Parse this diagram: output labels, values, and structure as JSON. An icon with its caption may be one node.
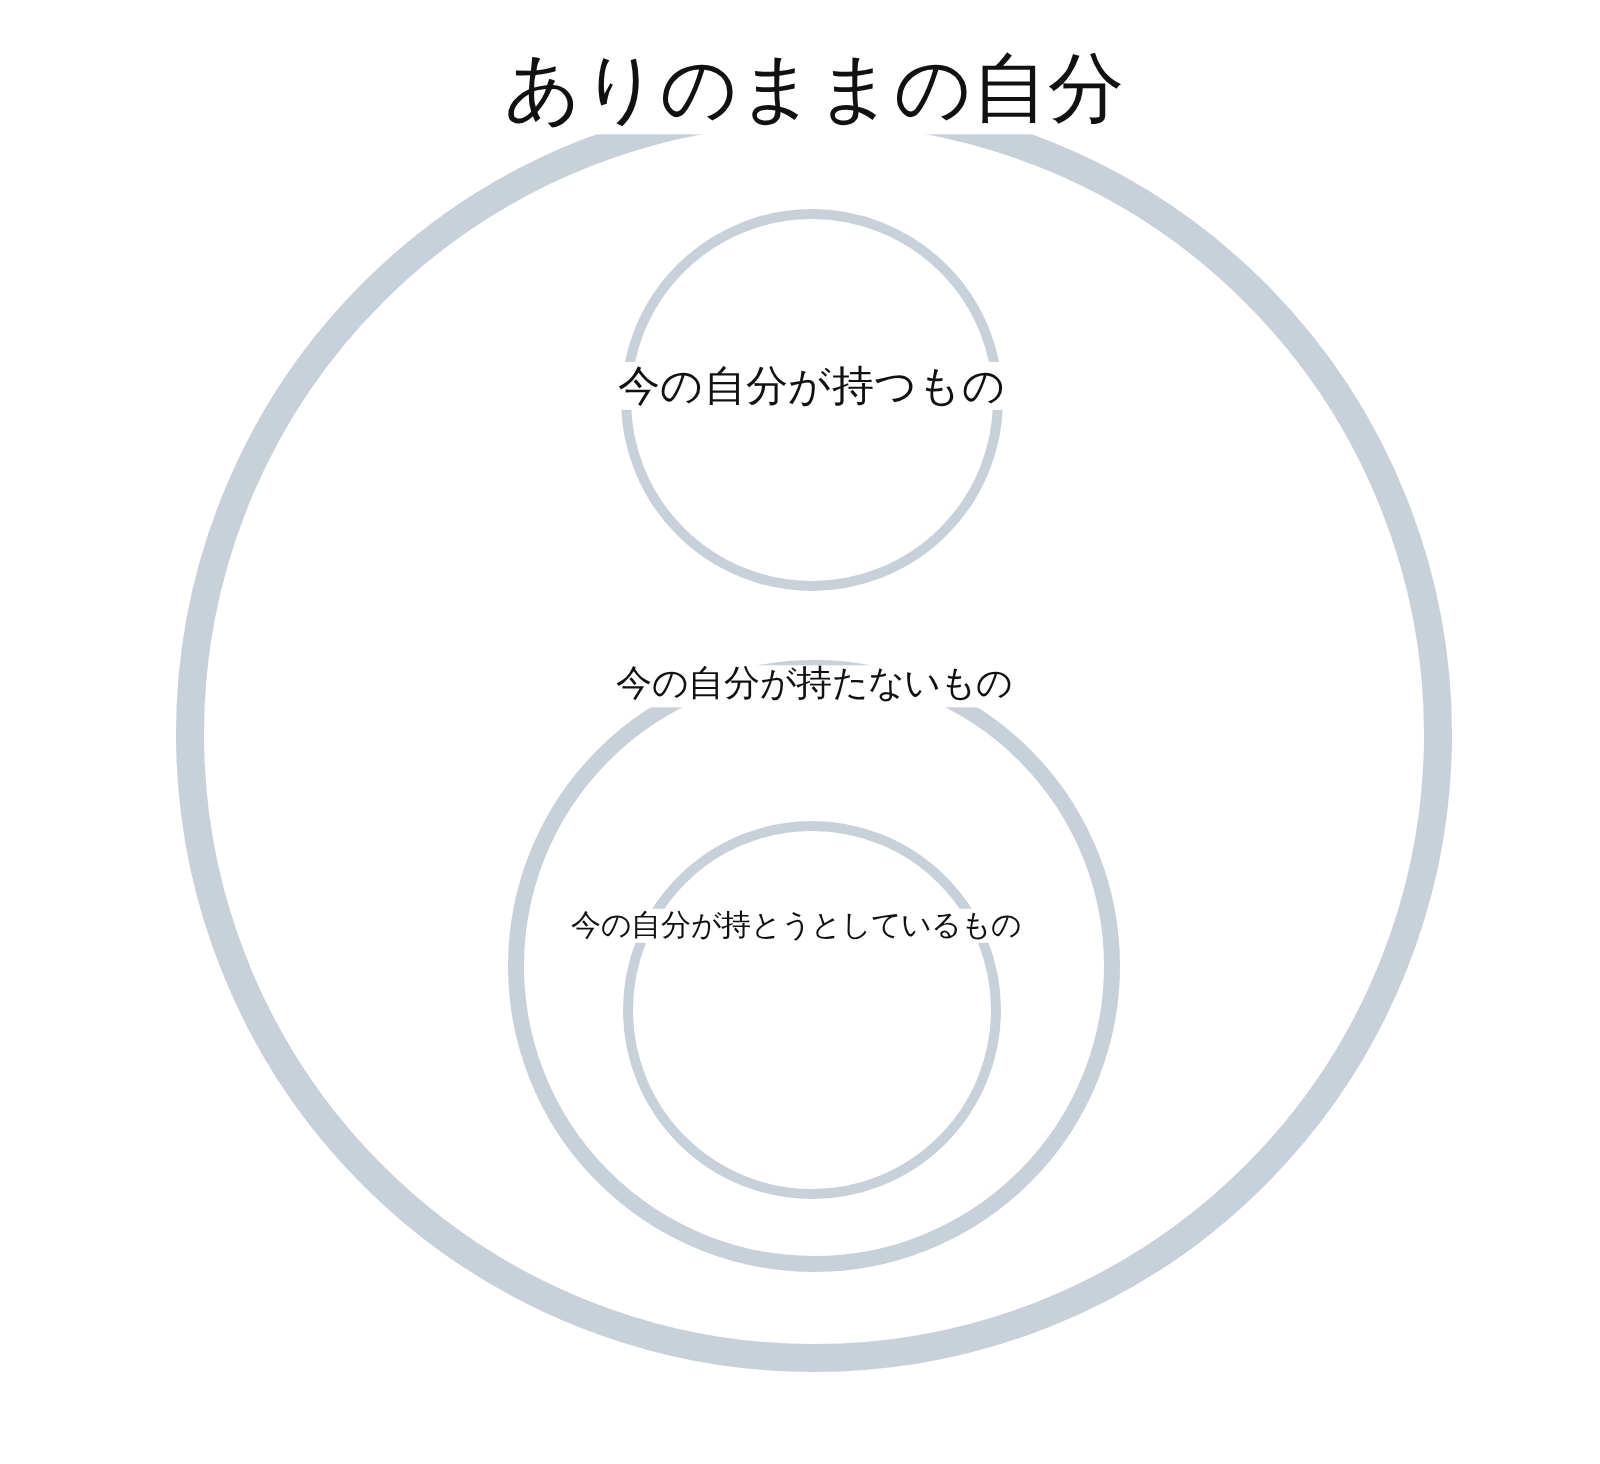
{
  "diagram": {
    "nodes": [
      {
        "text": [
          "ありのままの自分"
        ]
      },
      {
        "text": [
          "今の自分が持つもの"
        ],
        "in": 0
      },
      {
        "text": [
          "今の自分が持たないもの"
        ],
        "in": 0
      },
      {
        "text": [
          "今の自分が持とうとしているもの"
        ],
        "in": 2
      }
    ]
  }
}
